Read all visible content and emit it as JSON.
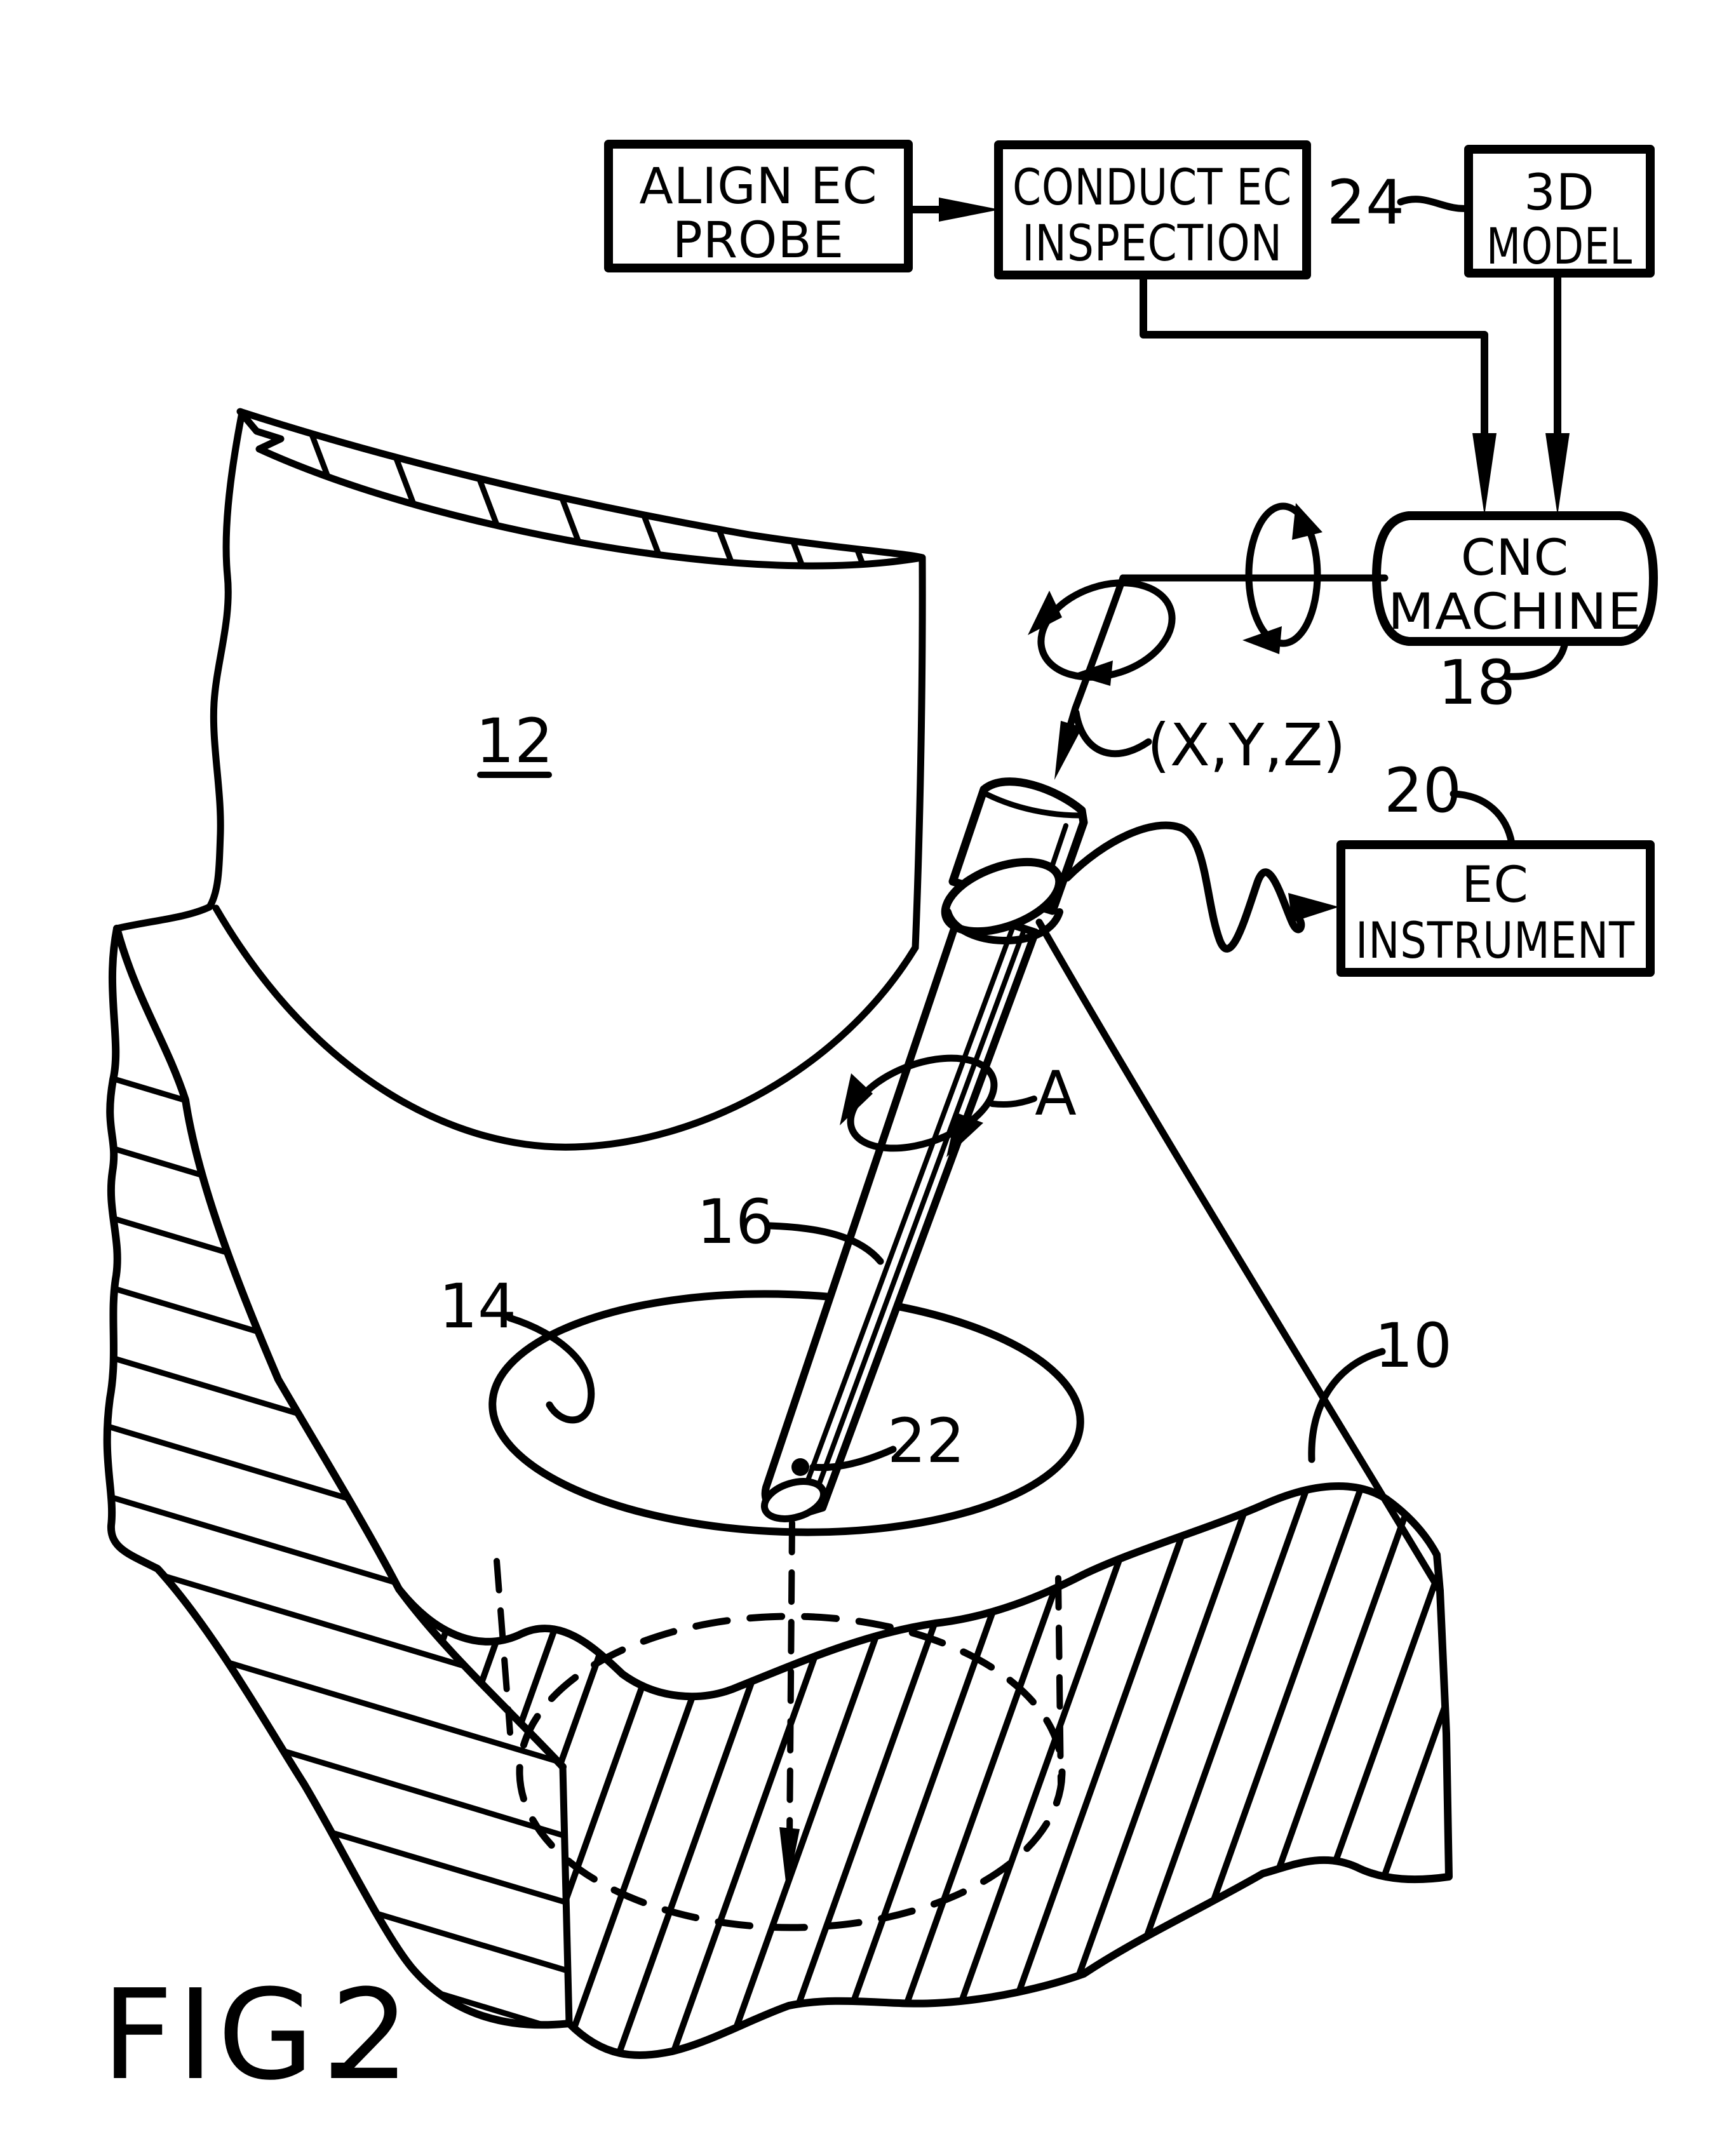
{
  "figure": {
    "caption": "FIG.",
    "caption_number": "2"
  },
  "flowchart": {
    "align_probe": {
      "line1": "ALIGN EC",
      "line2": "PROBE"
    },
    "conduct_inspection": {
      "line1": "CONDUCT EC",
      "line2": "INSPECTION"
    },
    "model_3d": {
      "line1": "3D",
      "line2": "MODEL"
    },
    "cnc_machine": {
      "line1": "CNC",
      "line2": "MACHINE"
    },
    "ec_instrument": {
      "line1": "EC",
      "line2": "INSTRUMENT"
    }
  },
  "labels": {
    "ref_24": "24",
    "ref_18": "18",
    "ref_20": "20",
    "ref_12": "12",
    "ref_16": "16",
    "ref_14": "14",
    "ref_22": "22",
    "ref_10": "10",
    "coords": "(X,Y,Z)",
    "axis_a": "A"
  },
  "icons": {
    "flow_arrow_icon": "▶",
    "down_arrow_icon": "▼",
    "rotation_arrow_icon": "↻",
    "wavy_cable_icon": "〜"
  },
  "colors": {
    "ink": "#000000",
    "paper": "#ffffff"
  }
}
